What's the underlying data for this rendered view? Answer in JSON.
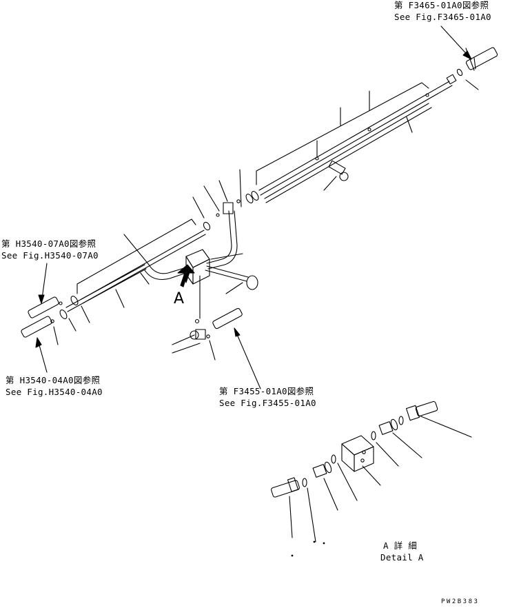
{
  "references": {
    "f3465_jp": "第 F3465-01A0図参照",
    "f3465_en": "See Fig.F3465-01A0",
    "h3540_07_jp": "第 H3540-07A0図参照",
    "h3540_07_en": "See Fig.H3540-07A0",
    "h3540_04_jp": "第 H3540-04A0図参照",
    "h3540_04_en": "See Fig.H3540-04A0",
    "f3455_jp": "第 F3455-01A0図参照",
    "f3455_en": "See Fig.F3455-01A0"
  },
  "view_marker": "A",
  "detail": {
    "title_jp": "A 詳 細",
    "title_en": "Detail A"
  },
  "drawing_code": "PW2B383",
  "colors": {
    "line": "#000000",
    "background": "#ffffff"
  }
}
